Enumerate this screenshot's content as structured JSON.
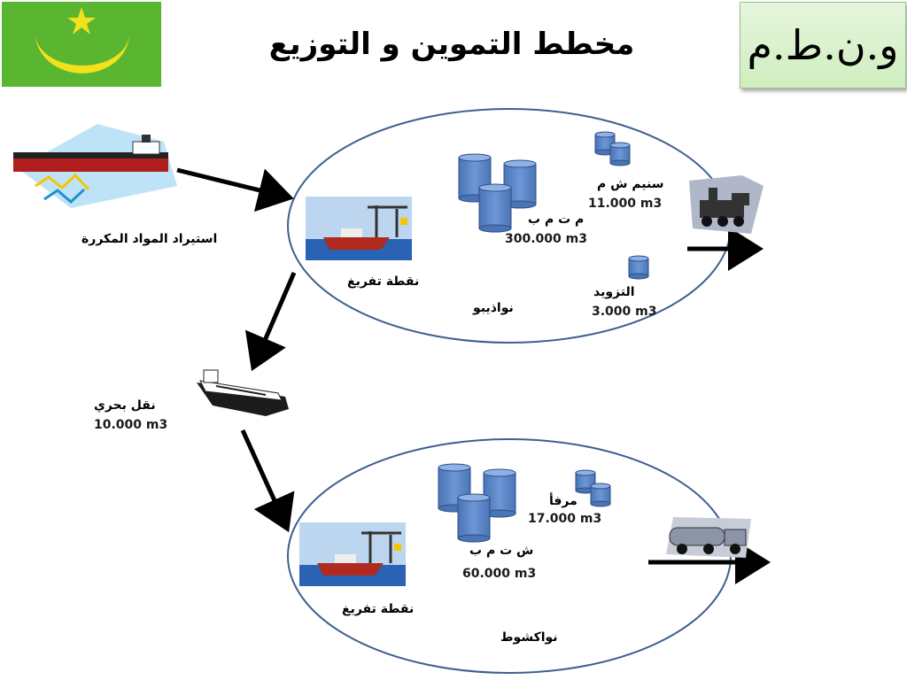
{
  "title": "مخطط التموين و التوزيع",
  "logo_text": "و.ن.ط.م",
  "import_label": "استيراد المواد المكررة",
  "sea_transport": {
    "label": "نقل بحري",
    "capacity": "10.000 m3"
  },
  "nouadhibou": {
    "city": "نواذيبو",
    "unload": "نقطة تفريغ",
    "main_depot": {
      "label": "م ت م ب",
      "capacity": "300.000 m3"
    },
    "snim": {
      "label": "سنيم ش م",
      "capacity": "11.000 m3"
    },
    "supply": {
      "label": "التزويد",
      "capacity": "3.000 m3"
    }
  },
  "nouakchott": {
    "city": "نواكشوط",
    "unload": "نقطة تفريغ",
    "main_depot": {
      "label": "ش ت م ب",
      "capacity": "60.000 m3"
    },
    "port": {
      "label": "مرفأ",
      "capacity": "17.000 m3"
    }
  },
  "colors": {
    "flag_green": "#5ab531",
    "flag_gold": "#f3e21b",
    "tank": "#5a85c7",
    "ellipse": "#3e5f8f"
  }
}
